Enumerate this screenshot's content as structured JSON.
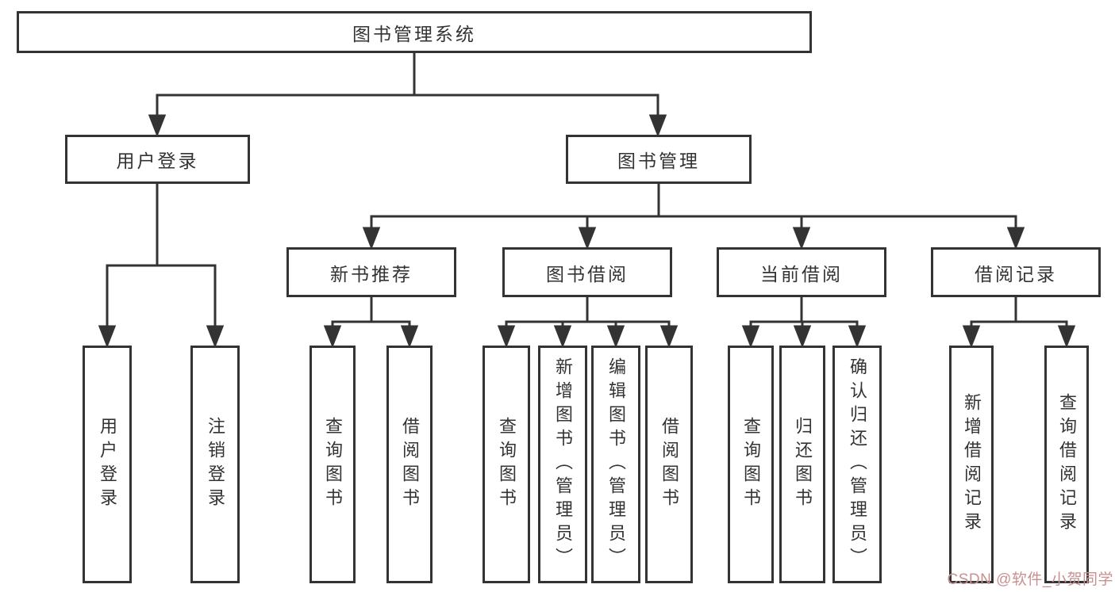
{
  "diagram_type": "functional-structure-tree",
  "colors": {
    "line": "#333333",
    "text": "#333333",
    "background": "#ffffff",
    "watermark": "#c99090"
  },
  "hierarchy": {
    "label": "图书管理系统",
    "children": [
      {
        "label": "用户登录",
        "children": [
          {
            "label": "用户登录"
          },
          {
            "label": "注销登录"
          }
        ]
      },
      {
        "label": "图书管理",
        "children": [
          {
            "label": "新书推荐",
            "children": [
              {
                "label": "查询图书"
              },
              {
                "label": "借阅图书"
              }
            ]
          },
          {
            "label": "图书借阅",
            "children": [
              {
                "label": "查询图书"
              },
              {
                "label": "新增图书（管理员）"
              },
              {
                "label": "编辑图书（管理员）"
              },
              {
                "label": "借阅图书"
              }
            ]
          },
          {
            "label": "当前借阅",
            "children": [
              {
                "label": "查询图书"
              },
              {
                "label": "归还图书"
              },
              {
                "label": "确认归还（管理员）"
              }
            ]
          },
          {
            "label": "借阅记录",
            "children": [
              {
                "label": "新增借阅记录"
              },
              {
                "label": "查询借阅记录"
              }
            ]
          }
        ]
      }
    ]
  },
  "watermark": {
    "text": "CSDN @软件_小贺同学"
  }
}
